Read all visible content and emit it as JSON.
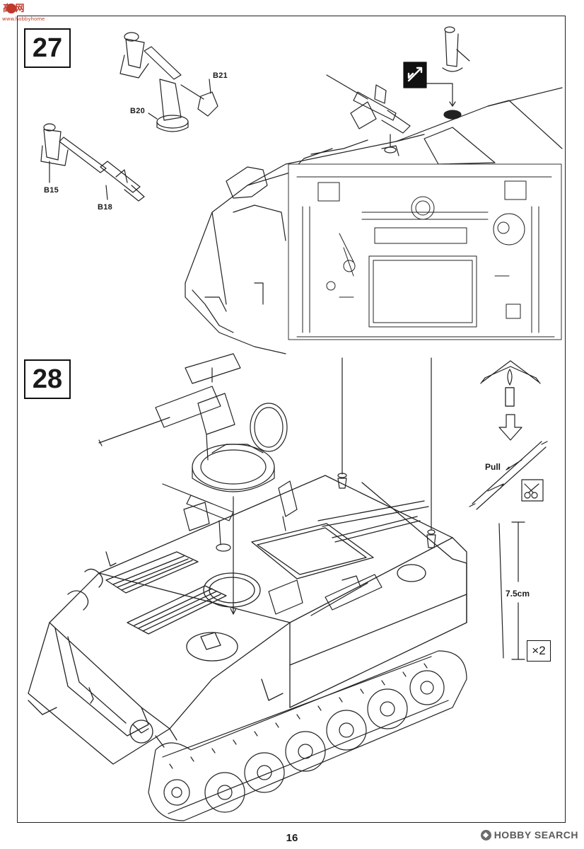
{
  "steps": [
    {
      "number": "27",
      "part_labels": [
        "B21",
        "B20",
        "B15",
        "B18"
      ]
    },
    {
      "number": "28"
    }
  ],
  "instructions": {
    "pull_label": "Pull",
    "length_label": "7.5cm",
    "quantity_label": "×2"
  },
  "page": {
    "number": "16"
  },
  "watermarks": {
    "top_line1": "高 网",
    "top_line2": "www.hobbyhome",
    "bottom": "HOBBY SEARCH"
  },
  "icons": {
    "mirror_symbol": "mirror-parts-icon",
    "heat_candle": "candle-flame-icon",
    "cut_symbol": "scissors-icon"
  }
}
